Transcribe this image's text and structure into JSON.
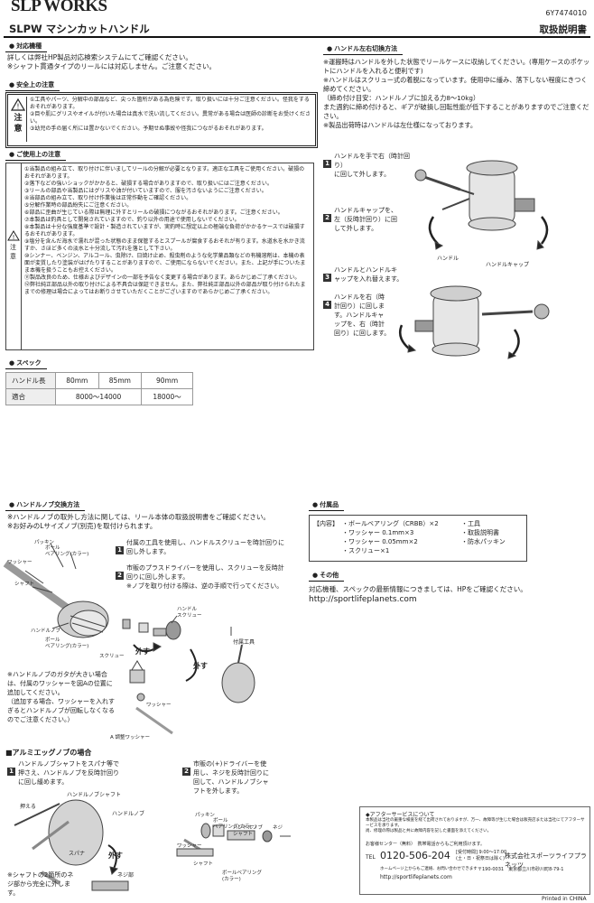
{
  "header": {
    "brand": "SLP WORKS",
    "code": "6Y7474010",
    "title": "SLPW マシンカットハンドル",
    "doc_type": "取扱説明書"
  },
  "compat": {
    "title": "対応機種",
    "text": "詳しくは弊社HP製品対応検索システムにてご確認ください。\n※シャフト貫通タイプのリールには対応しません。ご注意ください。"
  },
  "safety": {
    "title": "安全上の注意",
    "side_label": "注意",
    "items": [
      "①工具やパーツ、分解中の部品など、尖った箇所がある為危険です。取り扱いには十分ご注意ください。怪我をするおそれがあります。",
      "②目や肌にグリスやオイルが付いた場合は真水で洗い流してください。異常がある場合は医師の診断をお受けください。",
      "③幼児の手の届く所には置かないでください。予期せぬ事故や怪我につながるおそれがあります。"
    ]
  },
  "usage": {
    "title": "ご使用上の注意",
    "side_label": "注意",
    "items": [
      "①当製品の組み立て、取り付けに伴いましてリールの分解が必要となります。適正な工具をご使用ください。破損のおそれがあります。",
      "②落下などの強いショックがかかると、破損する場合がありますので、取り扱いにはご注意ください。",
      "③リールの部品や当製品にはグリスや油が付いていますので、服を汚さないようにご注意ください。",
      "④当部品の組み立て、取り付け作業後は正常作動をご確認ください。",
      "⑤分解作業時の部品紛失にご注意ください。",
      "⑥部品に歪曲が生じている際は無理に外すとリールの破損につながるおそれがあります。ご注意ください。",
      "⑦本製品は釣具として開発されていますので、釣り以外の用途で使用しないでください。",
      "⑧本製品は十分な強度基準で設計・製造されていますが、実釣時に想定以上の極端な負荷がかかるケースでは破損するおそれがあります。",
      "⑨塩分を含んだ海水で濡れが混った状態のまま保管するとスプールが腐食するおそれが有ります。水道水を水かき流すか、さほど多くの淡水と十分流して汚れを落として下さい。",
      "⑩シンナー、ベンジン、アルコール、虫除け、日焼け止め、殺虫剤のような化学薬品類などの有機溶剤は、本機の表面が変質したり塗装がはげたりすることがありますので、ご使用にならないでください。また、上記が手についたまま本機を扱うこともお控えください。",
      "⑪製品改良のため、仕様およびデザインの一部を予告なく変更する場合があります。あらかじめご了承ください。",
      "⑫弊社純正部品以外の取り付けによる不具合は保証できません。また、弊社純正部品以外の部品が取り付けられたままでの修理は場合によってはお断りさせていただくことがございますのであらかじめご了承ください。"
    ]
  },
  "spec": {
    "title": "スペック",
    "row_label_1": "ハンドル長",
    "row_label_2": "適合",
    "lengths": [
      "80mm",
      "85mm",
      "90mm"
    ],
    "fit_1": "8000〜14000",
    "fit_2": "18000〜"
  },
  "switch": {
    "title": "ハンドル左右切換方法",
    "notes": "※運搬時はハンドルを外した状態でリールケースに収納してください。(専用ケースのポケットにハンドルを入れると便利です)\n※ハンドルはスクリュー式の着脱になっています。使用中に緩み、落下しない程度にきつく締めてください。\n（締め付け目安：ハンドルノブに加える力8〜10kg）\nまた週釣に締め付けると、ギアが破損し回転性能が低下することがありますのでご注意ください。\n※製品出荷時はハンドルは左仕様になっております。",
    "steps": [
      {
        "num": "1",
        "text": "ハンドルを手で右（時計回り）\nに回して外します。"
      },
      {
        "num": "2",
        "text": "ハンドルキャップを、\n左（反時計回り）に回\nして外します。"
      },
      {
        "num": "3",
        "text": "ハンドルとハンドルキ\nャップを入れ替えます。"
      },
      {
        "num": "4",
        "text": "ハンドルを右（時\n計回り）に回しま\nす。ハンドルキャ\nップを、右（時計\n回り）に回します。"
      }
    ],
    "label_handle": "ハンドル",
    "label_cap": "ハンドルキャップ"
  },
  "knob": {
    "title": "ハンドルノブ交換方法",
    "intro": "※ハンドルノブの取外し方法に関しては、リール本体の取扱説明書をご確認ください。\n※お好みのLサイズノブ(別売)を取付けられます。",
    "step1": "付属の工具を使用し、ハンドルスクリューを時計回りに回し外します。",
    "step2": "市販のプラスドライバーを使用し、スクリューを反時計回りに回し外します。\n※ノブを取り付ける際は、逆の手順で行ってください。",
    "num1": "1",
    "num2": "2",
    "labels": {
      "packing": "パッキン",
      "ball_bearing_collar": "ボール\nベアリング(カラー)",
      "washer": "ワッシャー",
      "shaft": "シャフト",
      "handle_knob": "ハンドルノブ",
      "handle_screw": "ハンドル\nスクリュー",
      "ball_bearing_collar2": "ボール\nベアリング(カラー)",
      "screw": "スクリュー",
      "remove": "外す",
      "tool": "付属工具",
      "remove2": "外す",
      "washer2": "ワッシャー",
      "adj_washer": "A 調整ワッシャー"
    },
    "note": "※ハンドルノブのガタが大きい場合は、付属のワッシャーを図Aの位置に追加してください。\n（追加する場合、ワッシャーを入れすぎるとハンドルノブが回転しなくなるのでご注意ください。）"
  },
  "alum": {
    "title": "■アルミエッグノブの場合",
    "step1": "ハンドルノブシャフトをスパナ等で押さえ、ハンドルノブを反時計回りに回し緩めます。",
    "step2": "市販の(+)ドライバーを使用し、ネジを反時計回りに回して、ハンドルノブシャフトを外します。",
    "num1": "1",
    "num2": "2",
    "labels": {
      "push": "押える",
      "knob_shaft": "ハンドルノブシャフト",
      "knob": "ハンドルノブ",
      "spanner": "スパナ",
      "remove": "外す",
      "screw_part": "ネジ部",
      "packing": "パッキン",
      "bb_collar": "ボール\nベアリング(カラー)",
      "washer": "ワッシャー",
      "knob_shaft2": "ハンドルノブ\nシャフト",
      "screw": "ネジ",
      "shaft": "シャフト",
      "bb_collar2": "ボールベアリング\n(カラー)"
    },
    "note": "※シャフトの2箇所のネジ部から完全に外します。"
  },
  "included": {
    "title": "付属品",
    "label": "【内容】",
    "col1": "・ボールベアリング（CRBB）×2\n・ワッシャー 0.1mm×3\n・ワッシャー 0.05mm×2\n・スクリュー×1",
    "col2": "・工具\n・取扱説明書\n・防水パッキン"
  },
  "other": {
    "title": "その他",
    "text": "対応機種、スペックの最新情報につきましては、HPをご確認ください。",
    "url": "http://sportlifeplanets.com"
  },
  "service": {
    "title": "◆アフターサービスについて",
    "body": "本製品は当社の厳重な検査を経て出荷されておりますが、万一、故障等が生じた場合は販売店または当社にてアフターサービスを承ります。\n尚、修理の際は製品と共に故障内容を記した書面を添えてください。",
    "center": "お客様センター（無料）　携帯電話からもご利用頂けます。",
    "tel_label": "TEL",
    "tel": "0120-506-204",
    "hours": "[受付時間] 9:00〜17:00\n(土・日・祝祭日は除く)",
    "company": "株式会社スポーツライフプラネッツ",
    "note": "ホームページ上からもご連絡、お問い合わせできます",
    "url": "http://sportlifeplanets.com",
    "address": "〒190-0031　東京都立川市砂川町8-79-1"
  },
  "footer": {
    "printed": "Printed in CHINA"
  }
}
